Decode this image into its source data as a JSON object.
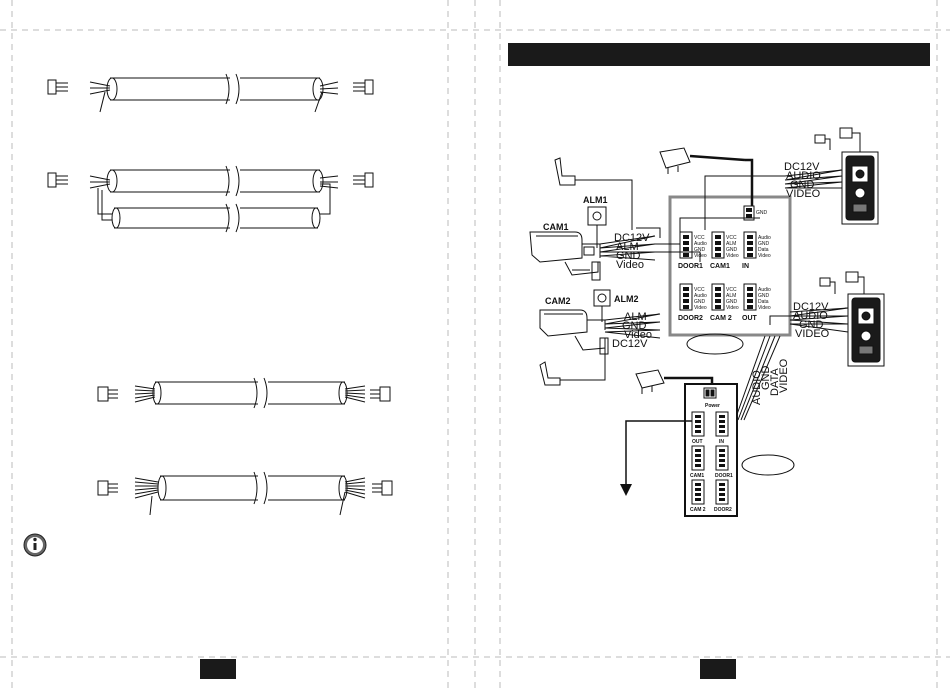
{
  "right_page": {
    "header_bar_text": "",
    "cam1": {
      "label": "CAM1",
      "wires": [
        "DC12V",
        "ALM",
        "GND",
        "Video"
      ]
    },
    "cam2": {
      "label": "CAM2",
      "wires": [
        "ALM",
        "GND",
        "Video",
        "DC12V"
      ]
    },
    "alm1": {
      "label": "ALM1"
    },
    "alm2": {
      "label": "ALM2"
    },
    "door_top": {
      "wires": [
        "DC12V",
        "AUDIO",
        "GND",
        "VIDEO"
      ]
    },
    "door_bottom": {
      "wires": [
        "DC12V",
        "AUDIO",
        "GND",
        "VIDEO"
      ]
    },
    "distributor": {
      "gnd": "GND",
      "blocks": [
        {
          "name": "DOOR1",
          "pins": [
            "VCC",
            "Audio",
            "GND",
            "Video"
          ]
        },
        {
          "name": "CAM1",
          "pins": [
            "VCC",
            "ALM",
            "GND",
            "Video"
          ]
        },
        {
          "name": "IN",
          "pins": [
            "Audio",
            "GND",
            "Data",
            "Video"
          ]
        },
        {
          "name": "DOOR2",
          "pins": [
            "VCC",
            "Audio",
            "GND",
            "Video"
          ]
        },
        {
          "name": "CAM 2",
          "pins": [
            "VCC",
            "ALM",
            "GND",
            "Video"
          ]
        },
        {
          "name": "OUT",
          "pins": [
            "Audio",
            "GND",
            "Data",
            "Video"
          ]
        }
      ]
    },
    "monitor_wires": [
      "AUDIO",
      "GND",
      "DATA",
      "VIDEO"
    ],
    "monitor": {
      "power": "Power",
      "out": "OUT",
      "in": "IN",
      "cam1": "CAM1",
      "door1": "DOOR1",
      "cam2": "CAM 2",
      "door2": "DOOR2"
    }
  },
  "colors": {
    "ink": "#111111",
    "header": "#1a1a1a",
    "frame": "#888888",
    "guide": "#bbbbbb"
  },
  "icons": [
    "info-icon"
  ]
}
